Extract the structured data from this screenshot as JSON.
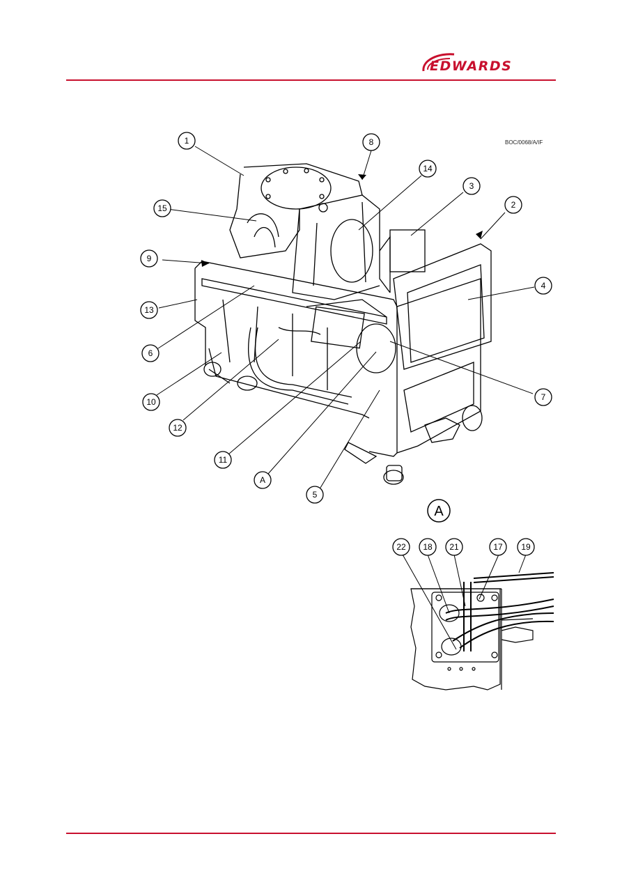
{
  "header": {
    "brand": "EDWARDS"
  },
  "figure_ref": "BOC/0068/A/IF",
  "callouts": [
    "1",
    "2",
    "3",
    "4",
    "5",
    "6",
    "7",
    "8",
    "9",
    "10",
    "11",
    "12",
    "13",
    "14",
    "15",
    "A"
  ],
  "detail": {
    "label": "A",
    "callouts": [
      "22",
      "18",
      "21",
      "17",
      "19"
    ]
  },
  "colors": {
    "brand": "#c8102e",
    "line": "#000000"
  }
}
